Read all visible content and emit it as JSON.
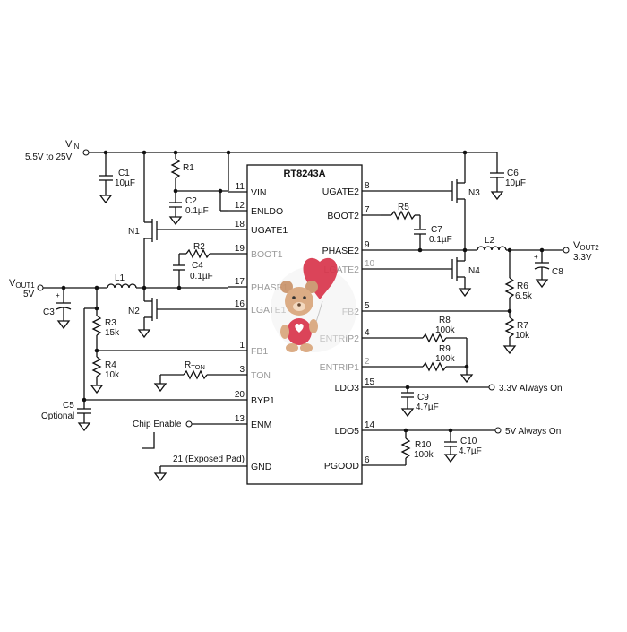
{
  "chip": {
    "name": "RT8243A",
    "left_pins": [
      {
        "num": "11",
        "name": "VIN"
      },
      {
        "num": "12",
        "name": "ENLDO"
      },
      {
        "num": "18",
        "name": "UGATE1"
      },
      {
        "num": "19",
        "name": "BOOT1"
      },
      {
        "num": "17",
        "name": "PHASE1"
      },
      {
        "num": "16",
        "name": "LGATE1"
      },
      {
        "num": "1",
        "name": "FB1"
      },
      {
        "num": "3",
        "name": "TON"
      },
      {
        "num": "20",
        "name": "BYP1"
      },
      {
        "num": "13",
        "name": "ENM"
      },
      {
        "num": "21 (Exposed Pad)",
        "name": "GND"
      }
    ],
    "right_pins": [
      {
        "num": "8",
        "name": "UGATE2"
      },
      {
        "num": "7",
        "name": "BOOT2"
      },
      {
        "num": "9",
        "name": "PHASE2"
      },
      {
        "num": "10",
        "name": "LGATE2"
      },
      {
        "num": "5",
        "name": "FB2"
      },
      {
        "num": "4",
        "name": "ENTRIP2"
      },
      {
        "num": "2",
        "name": "ENTRIP1"
      },
      {
        "num": "15",
        "name": "LDO3"
      },
      {
        "num": "14",
        "name": "LDO5"
      },
      {
        "num": "6",
        "name": "PGOOD"
      }
    ]
  },
  "inputs": {
    "vin_label": "V",
    "vin_sub": "IN",
    "vin_range": "5.5V to 25V",
    "vout1_label": "V",
    "vout1_sub": "OUT1",
    "vout1_value": "5V",
    "vout2_label": "V",
    "vout2_sub": "OUT2",
    "vout2_value": "3.3V",
    "chip_enable": "Chip Enable",
    "ldo3_out": "3.3V Always On",
    "ldo5_out": "5V Always On"
  },
  "components": {
    "C1": {
      "name": "C1",
      "value": "10µF"
    },
    "R1": {
      "name": "R1"
    },
    "C2": {
      "name": "C2",
      "value": "0.1µF"
    },
    "N1": {
      "name": "N1"
    },
    "R2": {
      "name": "R2"
    },
    "C4": {
      "name": "C4",
      "value": "0.1µF"
    },
    "L1": {
      "name": "L1"
    },
    "N2": {
      "name": "N2"
    },
    "C3": {
      "name": "C3"
    },
    "R3": {
      "name": "R3",
      "value": "15k"
    },
    "R4": {
      "name": "R4",
      "value": "10k"
    },
    "RTON": {
      "name": "R",
      "sub": "TON"
    },
    "C5": {
      "name": "C5",
      "value": "Optional"
    },
    "C6": {
      "name": "C6",
      "value": "10µF"
    },
    "N3": {
      "name": "N3"
    },
    "R5": {
      "name": "R5"
    },
    "C7": {
      "name": "C7",
      "value": "0.1µF"
    },
    "L2": {
      "name": "L2"
    },
    "N4": {
      "name": "N4"
    },
    "C8": {
      "name": "C8"
    },
    "R6": {
      "name": "R6",
      "value": "6.5k"
    },
    "R7": {
      "name": "R7",
      "value": "10k"
    },
    "R8": {
      "name": "R8",
      "value": "100k"
    },
    "R9": {
      "name": "R9",
      "value": "100k"
    },
    "C9": {
      "name": "C9",
      "value": "4.7µF"
    },
    "R10": {
      "name": "R10",
      "value": "100k"
    },
    "C10": {
      "name": "C10",
      "value": "4.7µF"
    }
  }
}
